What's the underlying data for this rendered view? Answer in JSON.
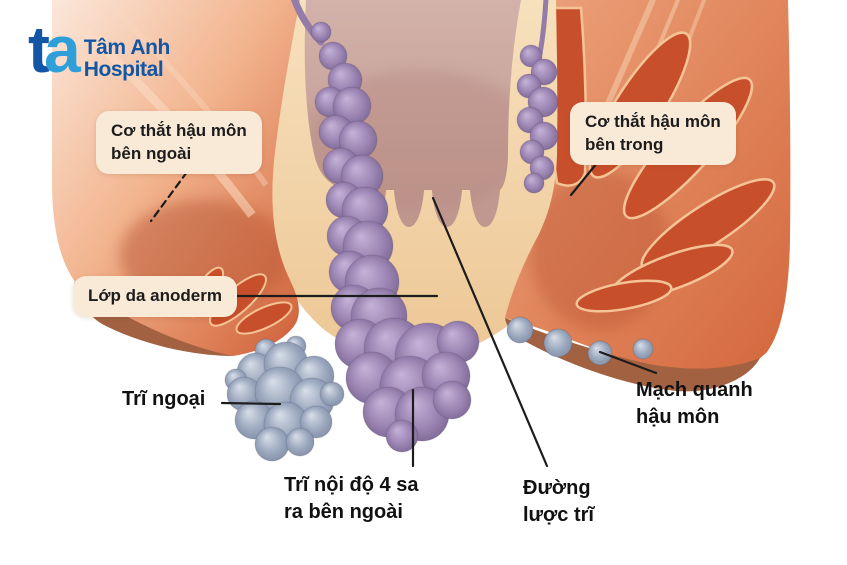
{
  "logo": {
    "mark_t": "t",
    "mark_a": "a",
    "name": "Tâm Anh",
    "suffix": "Hospital"
  },
  "labels": {
    "external_sphincter": {
      "lines": [
        "Cơ thắt hậu môn",
        "bên ngoài"
      ]
    },
    "internal_sphincter": {
      "lines": [
        "Cơ thắt hậu môn",
        "bên trong"
      ]
    },
    "anoderm": {
      "text": "Lớp da anoderm"
    },
    "external_hemorrhoid": {
      "text": "Trĩ ngoại"
    },
    "prolapsed_internal_hemorrhoid": {
      "lines": [
        "Trĩ nội độ 4 sa",
        "ra bên ngoài"
      ]
    },
    "dentate_line": {
      "lines": [
        "Đường",
        "lược trĩ"
      ]
    },
    "perianal_vessels": {
      "lines": [
        "Mạch quanh",
        "hậu môn"
      ]
    }
  },
  "colors": {
    "background": "#ffffff",
    "label_box_bg": "#f9ead8",
    "label_text": "#1c1c1c",
    "logo_blue_dark": "#1356a5",
    "logo_blue_light": "#2f9fd9",
    "tissue_orange": "#d96f48",
    "tissue_orange_deep": "#c84f2c",
    "tissue_peach_cream": "#f3d5ae",
    "tissue_brown": "#a26241",
    "lumen_rose": "#c7a29a",
    "hemorrhoid_purple": "#9b84b2",
    "hemorrhoid_gray_blue": "#9aa7bd",
    "pointer_line": "#1c1c1c"
  }
}
